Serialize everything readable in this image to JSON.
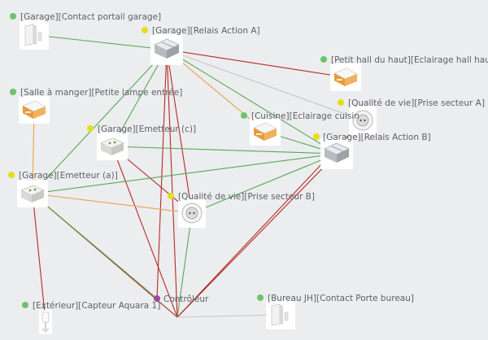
{
  "colors": {
    "background": "#ecedee",
    "status_green": "#6cc36c",
    "status_yellow": "#e6dd1c",
    "status_purple": "#9b4a9b",
    "link_green": "#57a957",
    "link_red": "#b52a2a",
    "link_orange": "#eaa24a",
    "link_gray": "#c6c6c6"
  },
  "nodes": [
    {
      "id": "contact-portail-garage",
      "label": "[Garage][Contact portail garage]",
      "status": "green",
      "icon": "door-contact-sensor-icon"
    },
    {
      "id": "relais-action-a",
      "label": "[Garage][Relais Action A]",
      "status": "yellow",
      "icon": "relay-module-icon"
    },
    {
      "id": "eclairage-hall-haut",
      "label": "[Petit hall du haut][Eclairage hall haut]",
      "status": "green",
      "icon": "dimmer-module-icon"
    },
    {
      "id": "petite-lampe-entree",
      "label": "[Salle à manger][Petite lampe entrée]",
      "status": "green",
      "icon": "dimmer-module-icon"
    },
    {
      "id": "prise-secteur-a",
      "label": "[Qualité de vie][Prise secteur A]",
      "status": "yellow",
      "icon": "smart-plug-icon"
    },
    {
      "id": "eclairage-cuisine",
      "label": "[Cuisine][Eclairage cuisin",
      "status": "green",
      "icon": "dimmer-module-icon"
    },
    {
      "id": "emetteur-c",
      "label": "[Garage][Emetteur (c)]",
      "status": "yellow",
      "icon": "transmitter-module-icon"
    },
    {
      "id": "relais-action-b",
      "label": "[Garage][Relais Action B]",
      "status": "yellow",
      "icon": "relay-module-icon"
    },
    {
      "id": "emetteur-a",
      "label": "[Garage][Emetteur (a)]",
      "status": "yellow",
      "icon": "transmitter-module-icon"
    },
    {
      "id": "prise-secteur-b",
      "label": "[Qualité de vie][Prise secteur B]",
      "status": "yellow",
      "icon": "smart-plug-icon"
    },
    {
      "id": "controleur",
      "label": "Contrôleur",
      "status": "purple",
      "icon": ""
    },
    {
      "id": "capteur-aquara",
      "label": "[Extérieur][Capteur Aquara 1]",
      "status": "green",
      "icon": "temperature-sensor-icon"
    },
    {
      "id": "contact-porte-bureau",
      "label": "[Bureau JH][Contact Porte bureau]",
      "status": "green",
      "icon": "door-contact-sensor-icon"
    }
  ],
  "links": [
    {
      "from": "contact-portail-garage",
      "to": "relais-action-a",
      "color": "green"
    },
    {
      "from": "relais-action-a",
      "to": "eclairage-hall-haut",
      "color": "red"
    },
    {
      "from": "relais-action-a",
      "to": "prise-secteur-a",
      "color": "gray"
    },
    {
      "from": "relais-action-a",
      "to": "eclairage-cuisine",
      "color": "orange"
    },
    {
      "from": "relais-action-a",
      "to": "relais-action-b",
      "color": "green"
    },
    {
      "from": "relais-action-a",
      "to": "emetteur-c",
      "color": "green"
    },
    {
      "from": "relais-action-a",
      "to": "emetteur-a",
      "color": "green"
    },
    {
      "from": "relais-action-a",
      "to": "prise-secteur-b",
      "color": "red"
    },
    {
      "from": "relais-action-a",
      "to": "controleur",
      "color": "red"
    },
    {
      "from": "relais-action-a",
      "to": "hub",
      "color": "red"
    },
    {
      "from": "emetteur-c",
      "to": "relais-action-b",
      "color": "green"
    },
    {
      "from": "emetteur-c",
      "to": "prise-secteur-b",
      "color": "red"
    },
    {
      "from": "emetteur-c",
      "to": "hub",
      "color": "red"
    },
    {
      "from": "emetteur-a",
      "to": "relais-action-b",
      "color": "green"
    },
    {
      "from": "emetteur-a",
      "to": "prise-secteur-b",
      "color": "orange"
    },
    {
      "from": "emetteur-a",
      "to": "capteur-aquara",
      "color": "red"
    },
    {
      "from": "emetteur-a",
      "to": "hub",
      "color": "red"
    },
    {
      "from": "emetteur-a",
      "to": "controleur",
      "color": "green"
    },
    {
      "from": "prise-secteur-b",
      "to": "relais-action-b",
      "color": "green"
    },
    {
      "from": "prise-secteur-b",
      "to": "hub",
      "color": "green"
    },
    {
      "from": "prise-secteur-a",
      "to": "hub",
      "color": "red"
    },
    {
      "from": "relais-action-b",
      "to": "hub",
      "color": "red"
    },
    {
      "from": "petite-lampe-entree",
      "to": "emetteur-a",
      "color": "orange"
    },
    {
      "from": "hub",
      "to": "contact-porte-bureau",
      "color": "gray"
    },
    {
      "from": "relais-action-b",
      "to": "eclairage-cuisine",
      "color": "green"
    }
  ]
}
